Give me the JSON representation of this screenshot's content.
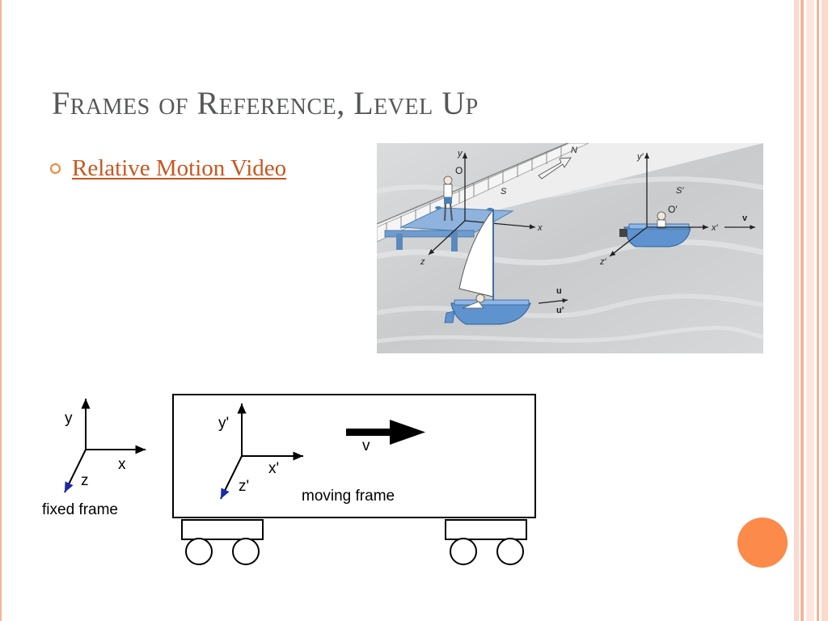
{
  "slide": {
    "title": "Frames of Reference, Level Up",
    "bullet": {
      "label": "Relative Motion Video"
    }
  },
  "figure_boats": {
    "labels": {
      "north": "N",
      "frame_s": "S",
      "origin_o": "O",
      "axis_y": "y",
      "axis_x": "x",
      "axis_z": "z",
      "frame_s_prime": "S′",
      "origin_o_prime": "O′",
      "axis_y_prime": "y′",
      "axis_x_prime": "x′",
      "axis_z_prime": "z′",
      "velocity_v": "v",
      "velocity_u": "u",
      "velocity_u_prime": "u′"
    }
  },
  "figure_train": {
    "fixed": {
      "axis_y": "y",
      "axis_x": "x",
      "axis_z": "z",
      "caption": "fixed frame"
    },
    "moving": {
      "axis_y": "y'",
      "axis_x": "x'",
      "axis_z": "z'",
      "velocity": "v",
      "caption": "moving frame"
    }
  },
  "theme": {
    "accent": "#fb8a4b",
    "title_color": "#555759",
    "link_color": "#c8571f",
    "stripe_color": "#f4b49a"
  }
}
